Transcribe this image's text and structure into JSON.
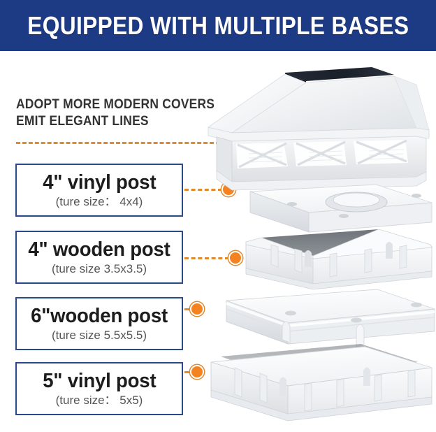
{
  "banner": {
    "title": "EQUIPPED WITH MULTIPLE BASES",
    "bg_color": "#1d3a85",
    "text_color": "#ffffff"
  },
  "caption": {
    "line1": "ADOPT MORE MODERN COVERS",
    "line2": "EMIT ELEGANT LINES",
    "text_color": "#333333"
  },
  "accent": {
    "orange": "#f58220",
    "dash_orange": "#e08a2e",
    "box_border_blue": "#2b4a8b"
  },
  "labels": [
    {
      "title": "4\" vinyl post",
      "subtitle": "(ture size： 4x4)"
    },
    {
      "title": "4\" wooden post",
      "subtitle": "(ture size  3.5x3.5)"
    },
    {
      "title": "6\"wooden post",
      "subtitle": "(ture size  5.5x5.5)"
    },
    {
      "title": "5\" vinyl post",
      "subtitle": "(ture size： 5x5)"
    }
  ],
  "product": {
    "name": "solar-post-cap-light-exploded-view",
    "parts": [
      "solar-panel-top",
      "pyramid-roof-cover",
      "decorative-lattice-body",
      "4-inch-vinyl-base-plate",
      "4-inch-wooden-post-adapter",
      "6-inch-wooden-post-adapter",
      "5-inch-vinyl-post-base"
    ],
    "solar_panel_color": "#1e2430",
    "body_color": "#ffffff"
  }
}
